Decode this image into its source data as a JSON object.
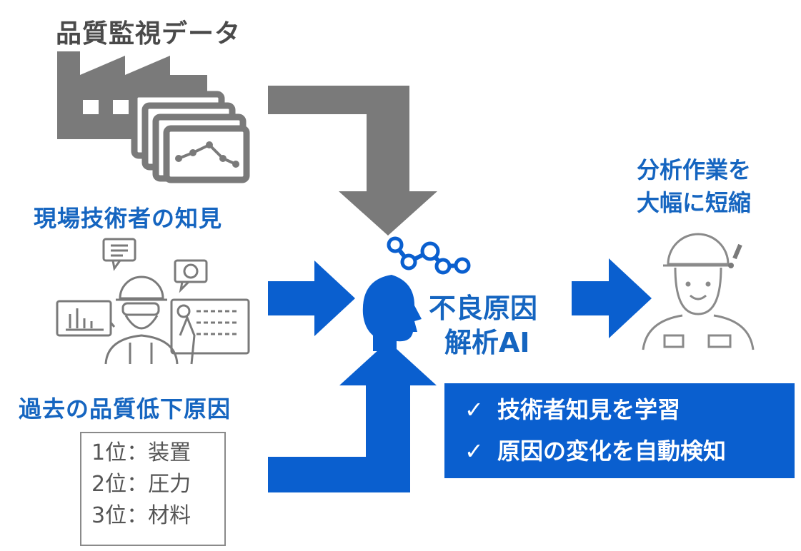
{
  "sources": {
    "quality_data_label": "品質監視データ",
    "expert_knowledge_label": "現場技術者の知見",
    "past_causes_label": "過去の品質低下原因"
  },
  "ranking": [
    {
      "rank": "1位",
      "separator": "：",
      "cause": "装置"
    },
    {
      "rank": "2位",
      "separator": "：",
      "cause": "圧力"
    },
    {
      "rank": "3位",
      "separator": "：",
      "cause": "材料"
    }
  ],
  "ai": {
    "line1": "不良原因",
    "line2": "解析AI"
  },
  "benefits": [
    {
      "check": "✓",
      "text": "技術者知見を学習"
    },
    {
      "check": "✓",
      "text": "原因の変化を自動検知"
    }
  ],
  "result": {
    "line1": "分析作業を",
    "line2": "大幅に短縮"
  },
  "colors": {
    "blue": "#0a5fcf",
    "gray": "#7a7a7a",
    "text_blue": "#1565c0"
  }
}
